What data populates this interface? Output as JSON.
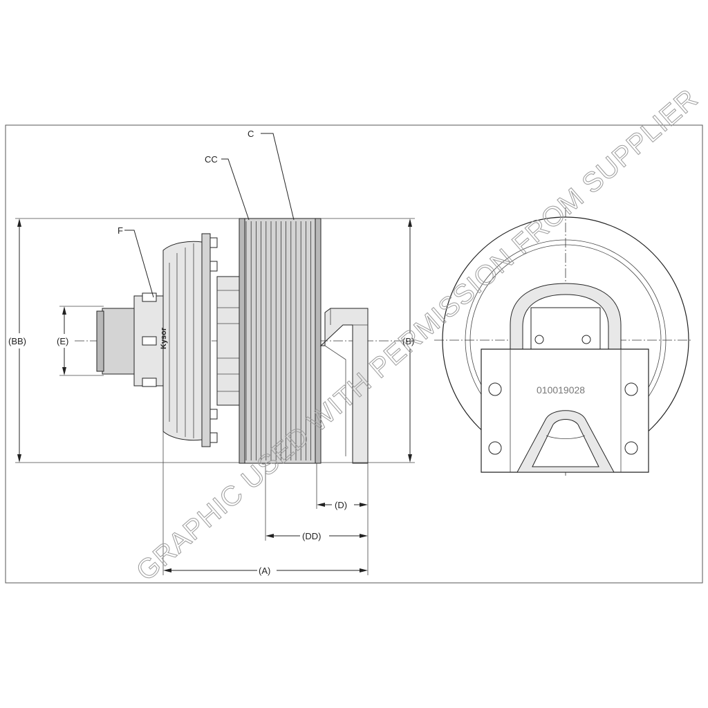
{
  "dimensions": {
    "c": "C",
    "cc": "CC",
    "f": "F",
    "bb": "(BB)",
    "e": "(E)",
    "b": "(B)",
    "d": "(D)",
    "dd": "(DD)",
    "a": "(A)"
  },
  "part_number": "010019028",
  "hub_marking": "Kysor",
  "watermark": "GRAPHIC USED WITH PERMISSION FROM SUPPLIER"
}
